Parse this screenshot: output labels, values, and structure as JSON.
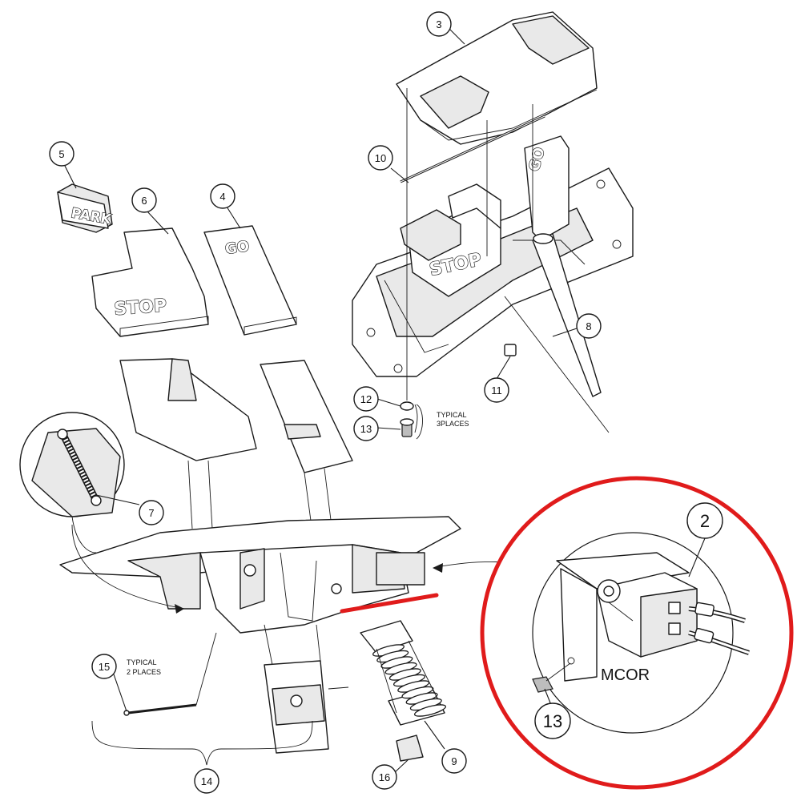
{
  "labels": {
    "park": "PARK",
    "stop_small": "STOP",
    "go_small": "GO",
    "stop_assembled": "STOP",
    "go_assembled": "GO",
    "mcor": "MCOR"
  },
  "notes": {
    "typical_3_line1": "TYPICAL",
    "typical_3_line2": "3PLACES",
    "typical_2_line1": "TYPICAL",
    "typical_2_line2": "2 PLACES"
  },
  "callouts": {
    "c2": "2",
    "c3": "3",
    "c4": "4",
    "c5": "5",
    "c6": "6",
    "c7": "7",
    "c8": "8",
    "c9": "9",
    "c10": "10",
    "c11": "11",
    "c12": "12",
    "c13": "13",
    "c13_detail": "13",
    "c14": "14",
    "c15": "15",
    "c16": "16"
  },
  "colors": {
    "highlight": "#e01b1b",
    "line": "#1a1a1a"
  }
}
